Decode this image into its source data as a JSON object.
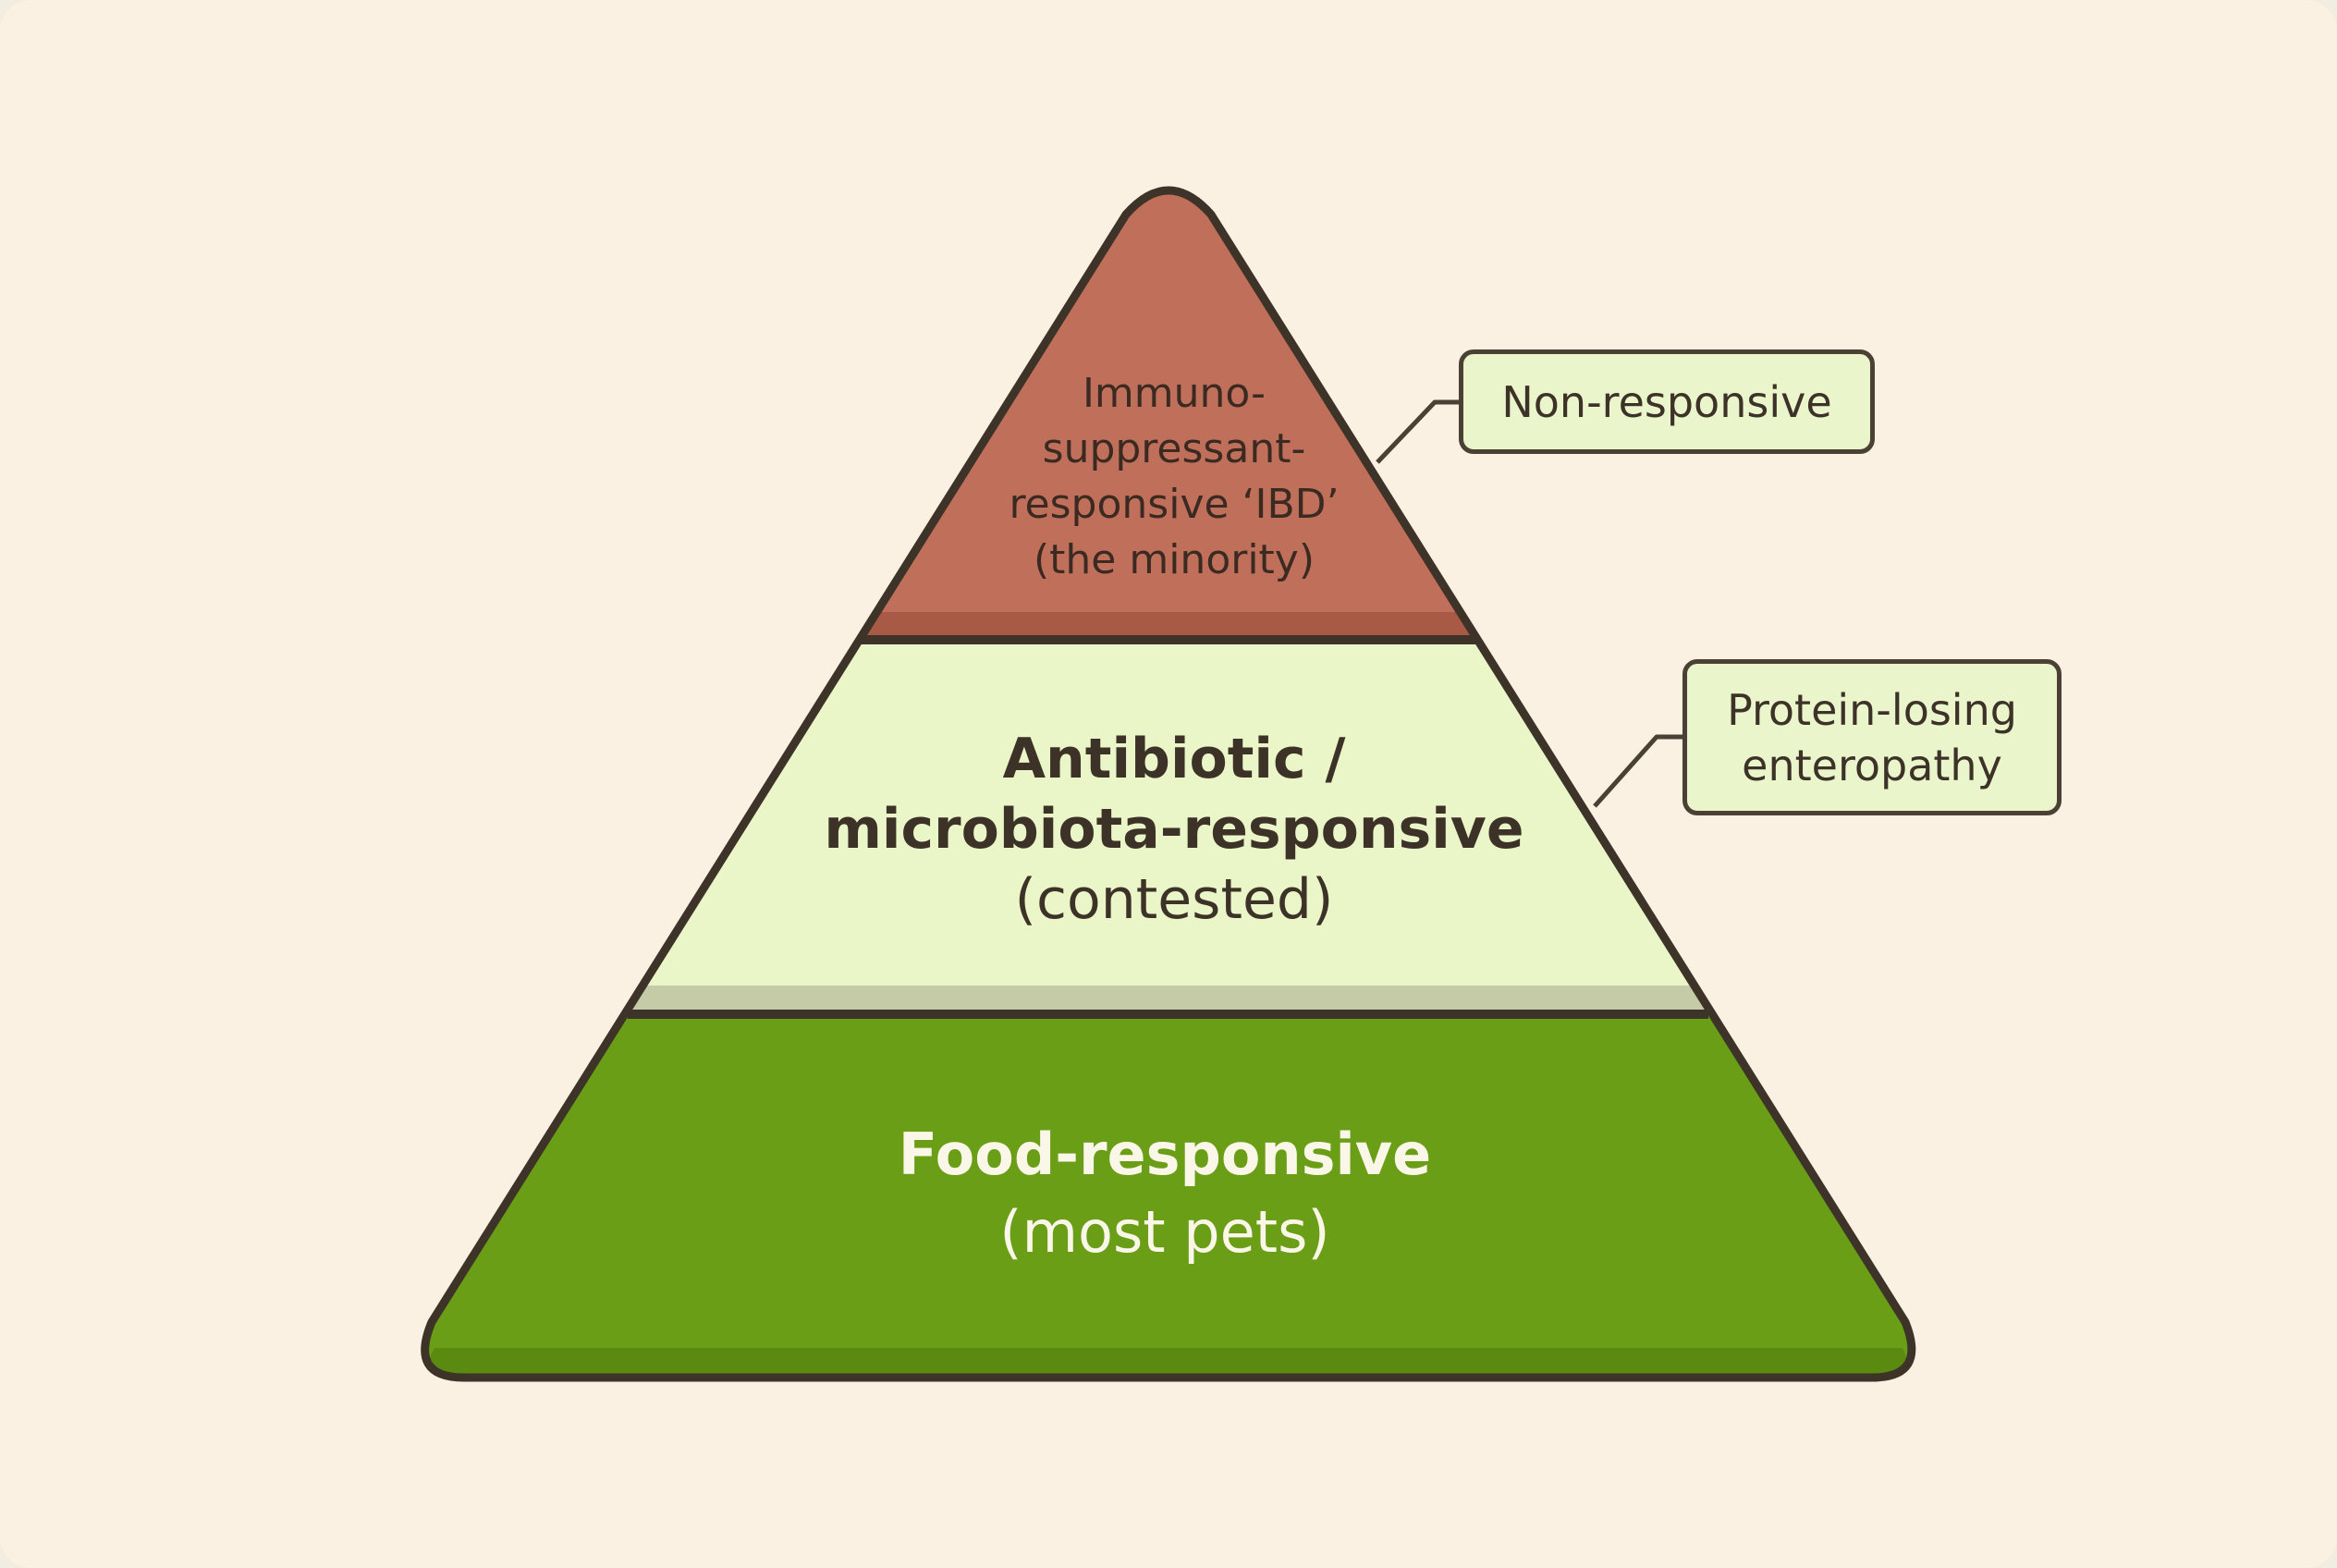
{
  "pyramid": {
    "tiers": [
      {
        "id": "top",
        "lines": [
          "Immuno-",
          "suppressant-",
          "responsive ‘IBD’",
          "(the minority)"
        ],
        "color": "#c0705a"
      },
      {
        "id": "middle",
        "bold_lines": [
          "Antibiotic /",
          "microbiota-responsive"
        ],
        "normal_line": "(contested)",
        "color": "#eaf5c8"
      },
      {
        "id": "bottom",
        "bold_line": "Food-responsive",
        "normal_line": "(most pets)",
        "color": "#6a9e16"
      }
    ]
  },
  "callouts": {
    "top": {
      "lines": [
        "Non-responsive"
      ]
    },
    "middle": {
      "lines": [
        "Protein-losing",
        "enteropathy"
      ]
    }
  },
  "colors": {
    "background": "#fbf1e3",
    "outline": "#3d3328",
    "callout_fill": "#eaf5cc"
  }
}
